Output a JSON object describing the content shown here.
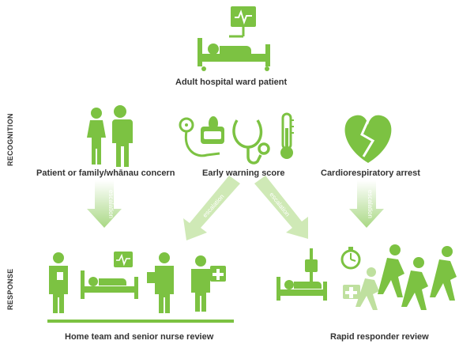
{
  "colors": {
    "green": "#7cc242",
    "arrow_light": "#dcefc9",
    "text": "#333333",
    "white": "#ffffff"
  },
  "labels": {
    "top_patient": "Adult hospital ward patient",
    "concern": "Patient or family/whānau concern",
    "ews": "Early warning score",
    "arrest": "Cardiorespiratory arrest",
    "home_team": "Home team and senior nurse review",
    "rapid": "Rapid responder review"
  },
  "side_labels": {
    "recognition": "RECOGNITION",
    "response": "RESPONSE"
  },
  "arrows": {
    "escalation": "escalation"
  },
  "icons": [
    "hospital-bed-monitor-icon",
    "family-icon",
    "blood-pressure-cuff-icon",
    "stethoscope-icon",
    "thermometer-icon",
    "broken-heart-icon",
    "doctor-icon",
    "nurse-icon",
    "iv-drip-icon",
    "stopwatch-icon",
    "running-team-icon"
  ]
}
